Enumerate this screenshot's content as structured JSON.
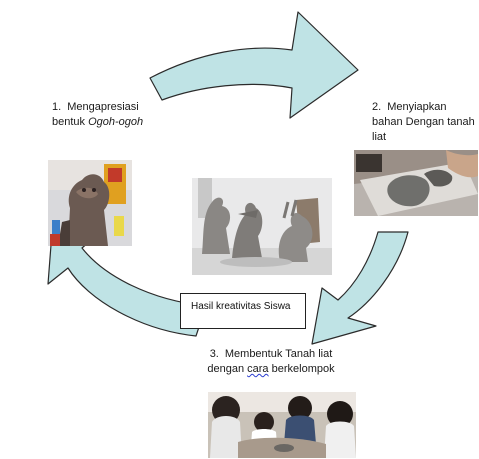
{
  "steps": [
    {
      "number": "1.",
      "text_before": "Mengapresiasi bentuk ",
      "text_italic": "Ogoh-ogoh"
    },
    {
      "number": "2.",
      "text": "Menyiapkan bahan Dengan tanah liat"
    },
    {
      "number": "3.",
      "text_before": "Membentuk Tanah liat dengan ",
      "text_flagged": "cara",
      "text_after": " berkelompok"
    }
  ],
  "center_label": "Hasil kreativitas Siswa",
  "colors": {
    "arrow_fill": "#bfe3e5",
    "arrow_stroke": "#2b2b2b",
    "box_border": "#222222",
    "spellcheck_underline": "#2a3ccf"
  },
  "images": [
    {
      "name": "ogoh-ogoh-photo",
      "description_icon": "statue-photo"
    },
    {
      "name": "clay-preparation-photo",
      "description_icon": "clay-photo"
    },
    {
      "name": "clay-sculptures-photo",
      "description_icon": "sculpture-photo"
    },
    {
      "name": "students-group-photo",
      "description_icon": "group-photo"
    }
  ]
}
